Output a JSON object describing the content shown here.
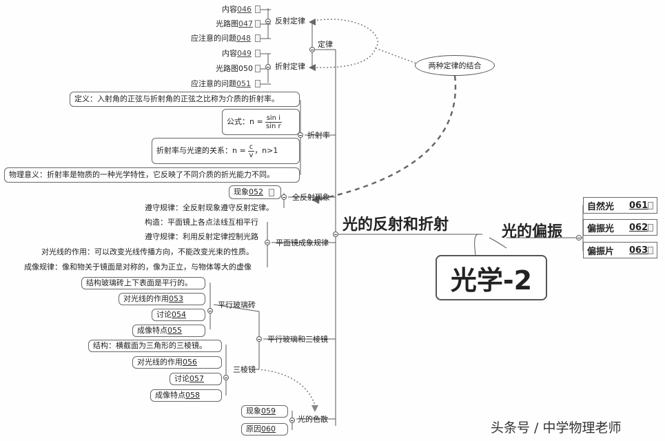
{
  "center_title": "光学-2",
  "main_branches": {
    "reflection": "光的反射和折射",
    "polarization": "光的偏振"
  },
  "polarization_items": [
    {
      "label": "自然光",
      "code": "061"
    },
    {
      "label": "偏振光",
      "code": "062"
    },
    {
      "label": "偏振片",
      "code": "063"
    }
  ],
  "laws": {
    "label": "定律",
    "reflection_law": {
      "label": "反射定律",
      "items": [
        {
          "text": "内容",
          "code": "046"
        },
        {
          "text": "光路图",
          "code": "047"
        },
        {
          "text": "应注意的问题",
          "code": "048"
        }
      ]
    },
    "refraction_law": {
      "label": "折射定律",
      "items": [
        {
          "text": "内容",
          "code": "049"
        },
        {
          "text": "光路图",
          "code": "050"
        },
        {
          "text": "应注意的问题",
          "code": "051"
        }
      ]
    },
    "callout": "两种定律的结合"
  },
  "refractive_index": {
    "label": "折射率",
    "definition": "定义：入射角的正弦与折射角的正弦之比称为介质的折射率。",
    "formula_prefix": "公式：n =",
    "formula_num": "sin i",
    "formula_den": "sin r",
    "speed_prefix": "折射率与光速的关系：n =",
    "speed_num": "c",
    "speed_den": "v",
    "speed_suffix": "，n>1",
    "meaning": "物理意义：折射率是物质的一种光学特性，它反映了不同介质的折光能力不同。"
  },
  "total_reflection": {
    "label": "全反射现象",
    "phenomenon": {
      "text": "现象",
      "code": "052"
    },
    "rule": "遵守规律：全反射现象遵守反射定律。"
  },
  "plane_mirror": {
    "label": "平面镜成象规律",
    "items": [
      "构造：平面镜上各点法线互相平行",
      "遵守规律：利用反射定律控制光路",
      "对光线的作用：可以改变光线传播方向，不能改变光束的性质。",
      "成像规律：像和物关于镜面是对称的，像为正立，与物体等大的虚像"
    ]
  },
  "glass": {
    "label": "平行玻璃和三棱镜",
    "slab": {
      "label": "平行玻璃砖",
      "structure": "结构玻璃砖上下表面是平行的。",
      "items": [
        {
          "text": "对光线的作用",
          "code": "053"
        },
        {
          "text": "讨论",
          "code": "054"
        },
        {
          "text": "成像特点",
          "code": "055"
        }
      ]
    },
    "prism": {
      "label": "三棱镜",
      "structure": "结构：横截面为三角形的三棱镜。",
      "items": [
        {
          "text": "对光线的作用",
          "code": "056"
        },
        {
          "text": "讨论",
          "code": "057"
        },
        {
          "text": "成像特点",
          "code": "058"
        }
      ]
    }
  },
  "dispersion": {
    "label": "光的色散",
    "items": [
      {
        "text": "现象",
        "code": "059"
      },
      {
        "text": "原因",
        "code": "060"
      }
    ]
  },
  "watermark": "头条号 / 中学物理老师"
}
